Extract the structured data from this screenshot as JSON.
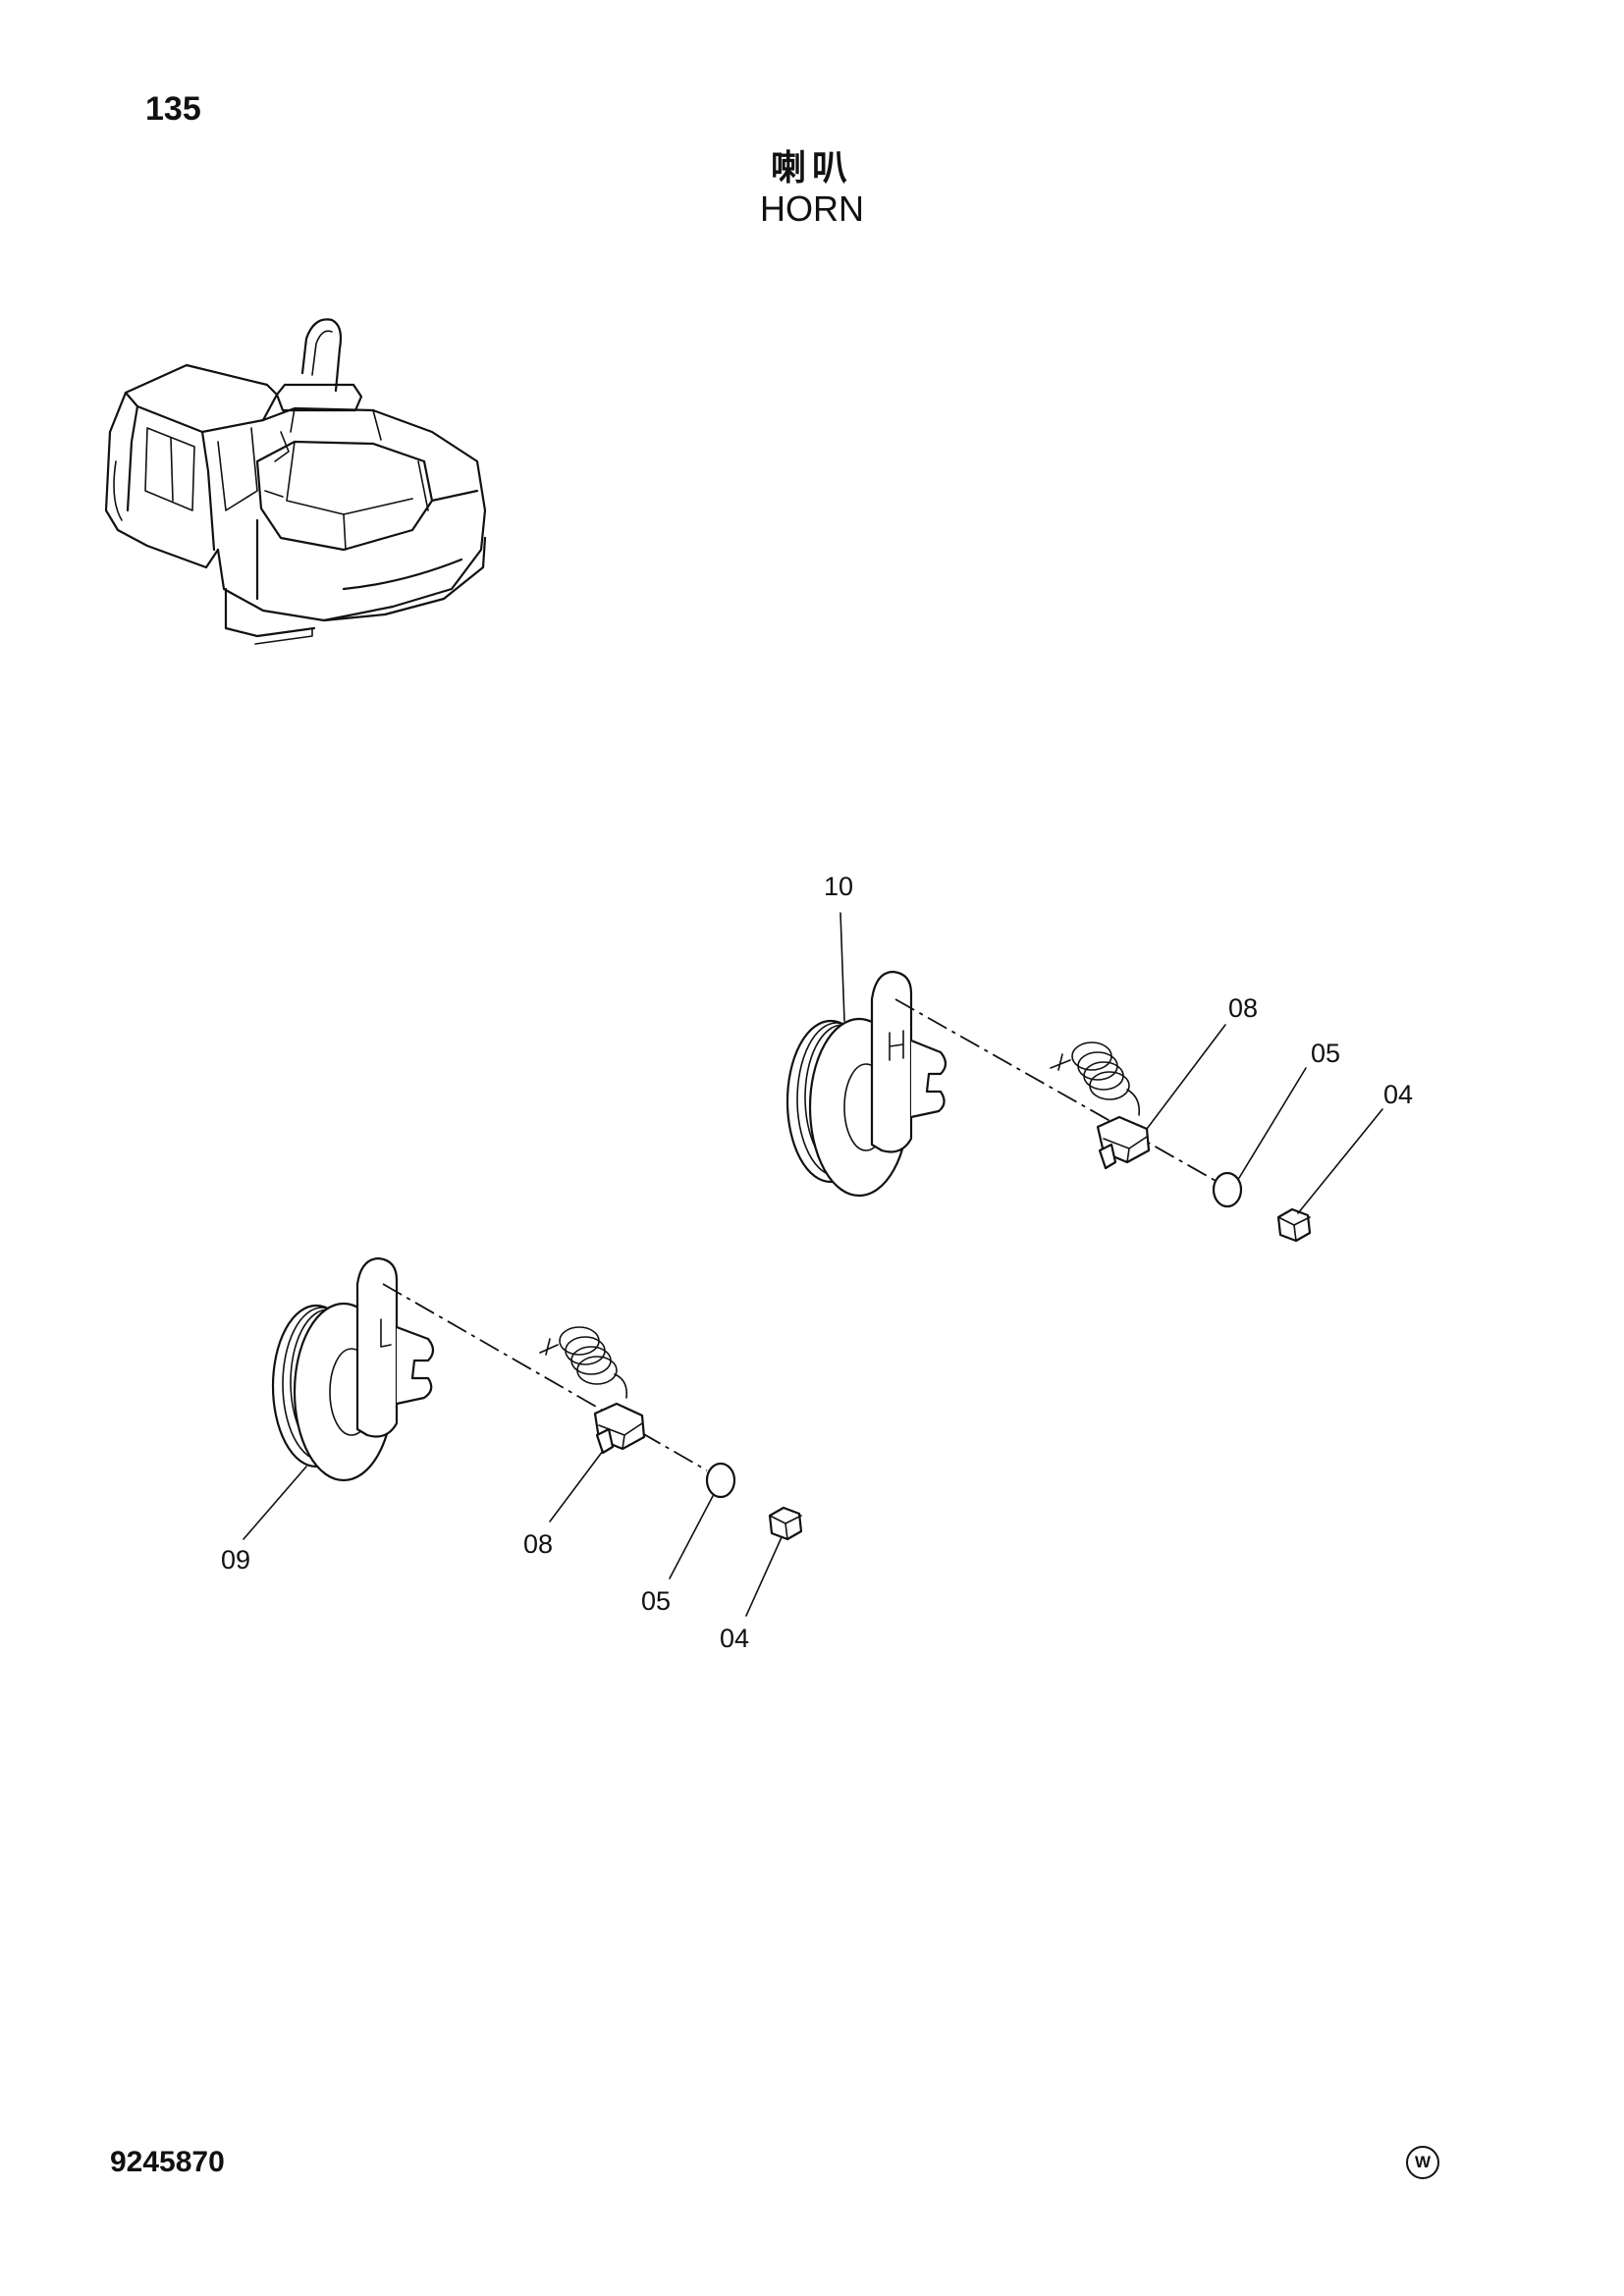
{
  "page_number": "135",
  "title_cn": "喇叭",
  "title_en": "HORN",
  "drawing_number": "9245870",
  "corner_mark": "W",
  "callouts": {
    "upper_horn": "10",
    "upper_connector": "08",
    "upper_washer": "05",
    "upper_nut": "04",
    "lower_horn": "09",
    "lower_connector": "08",
    "lower_washer": "05",
    "lower_nut": "04"
  },
  "horn_marks": {
    "upper": "H",
    "lower": "L"
  }
}
